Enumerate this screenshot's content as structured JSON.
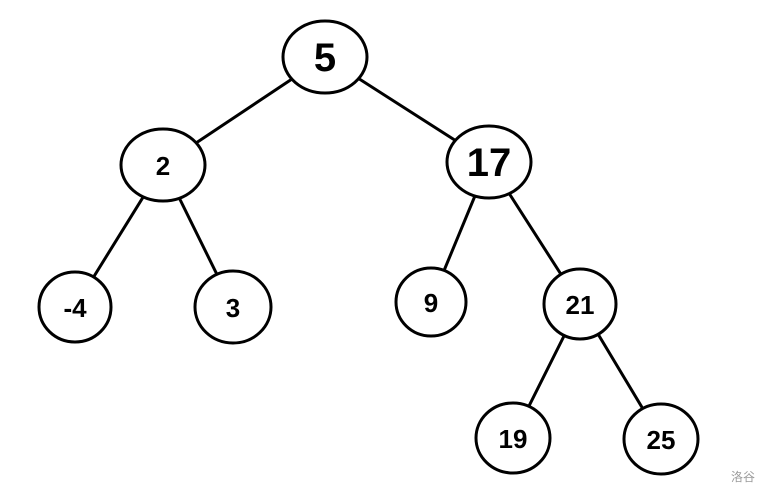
{
  "diagram": {
    "type": "binary-search-tree",
    "root": "n5",
    "nodes": [
      {
        "id": "n5",
        "label": "5"
      },
      {
        "id": "n2",
        "label": "2"
      },
      {
        "id": "n17",
        "label": "17"
      },
      {
        "id": "nm4",
        "label": "-4"
      },
      {
        "id": "n3",
        "label": "3"
      },
      {
        "id": "n9",
        "label": "9"
      },
      {
        "id": "n21",
        "label": "21"
      },
      {
        "id": "n19",
        "label": "19"
      },
      {
        "id": "n25",
        "label": "25"
      }
    ],
    "edges": [
      {
        "from": "n5",
        "to": "n2"
      },
      {
        "from": "n5",
        "to": "n17"
      },
      {
        "from": "n2",
        "to": "nm4"
      },
      {
        "from": "n2",
        "to": "n3"
      },
      {
        "from": "n17",
        "to": "n9"
      },
      {
        "from": "n17",
        "to": "n21"
      },
      {
        "from": "n21",
        "to": "n19"
      },
      {
        "from": "n21",
        "to": "n25"
      }
    ]
  },
  "watermark": "洛谷"
}
